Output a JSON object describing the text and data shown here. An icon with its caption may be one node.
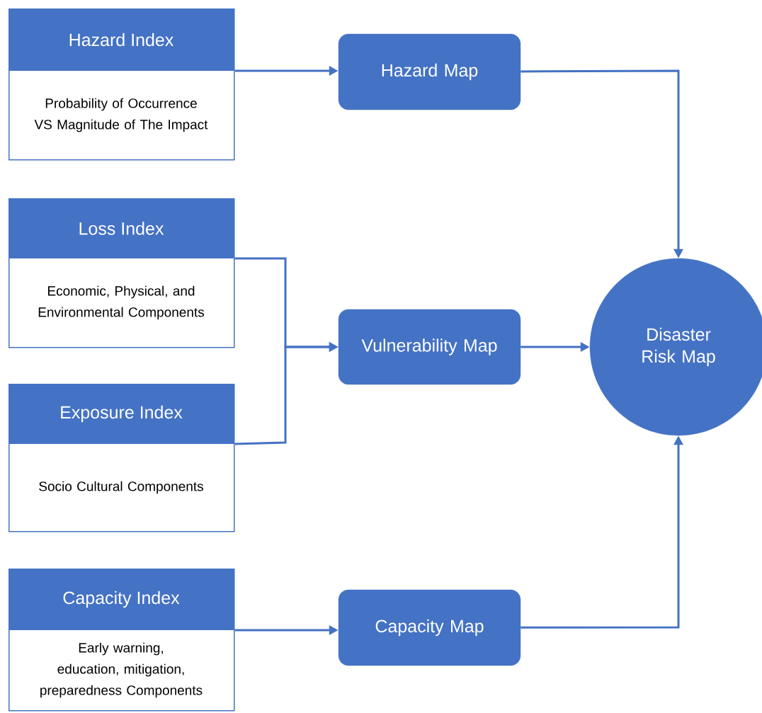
{
  "diagram": {
    "nodes": [
      {
        "text": [
          "Hazard Index",
          "Probability of Occurrence VS Magnitude of The Impact"
        ]
      },
      {
        "text": [
          "Loss Index",
          "Economic, Physical, and Environmental Components"
        ]
      },
      {
        "text": [
          "Exposure Index",
          "Socio Cultural Components"
        ]
      },
      {
        "text": [
          "Capacity Index",
          "Early warning, education, mitigation, preparedness Components"
        ]
      },
      {
        "text": [
          "Hazard Map"
        ]
      },
      {
        "text": [
          "Vulnerability Map"
        ]
      },
      {
        "text": [
          "Capacity Map"
        ]
      },
      {
        "text": [
          "Disaster Risk Map"
        ]
      }
    ],
    "edges": [
      {
        "from": 0,
        "to": 4,
        "arrow": "to"
      },
      {
        "from": 1,
        "to": 5,
        "arrow": "to"
      },
      {
        "from": 2,
        "to": 5,
        "arrow": "to"
      },
      {
        "from": 3,
        "to": 6,
        "arrow": "to"
      },
      {
        "from": 4,
        "to": 7,
        "arrow": "to"
      },
      {
        "from": 5,
        "to": 7,
        "arrow": "to"
      },
      {
        "from": 6,
        "to": 7,
        "arrow": "to"
      }
    ]
  }
}
